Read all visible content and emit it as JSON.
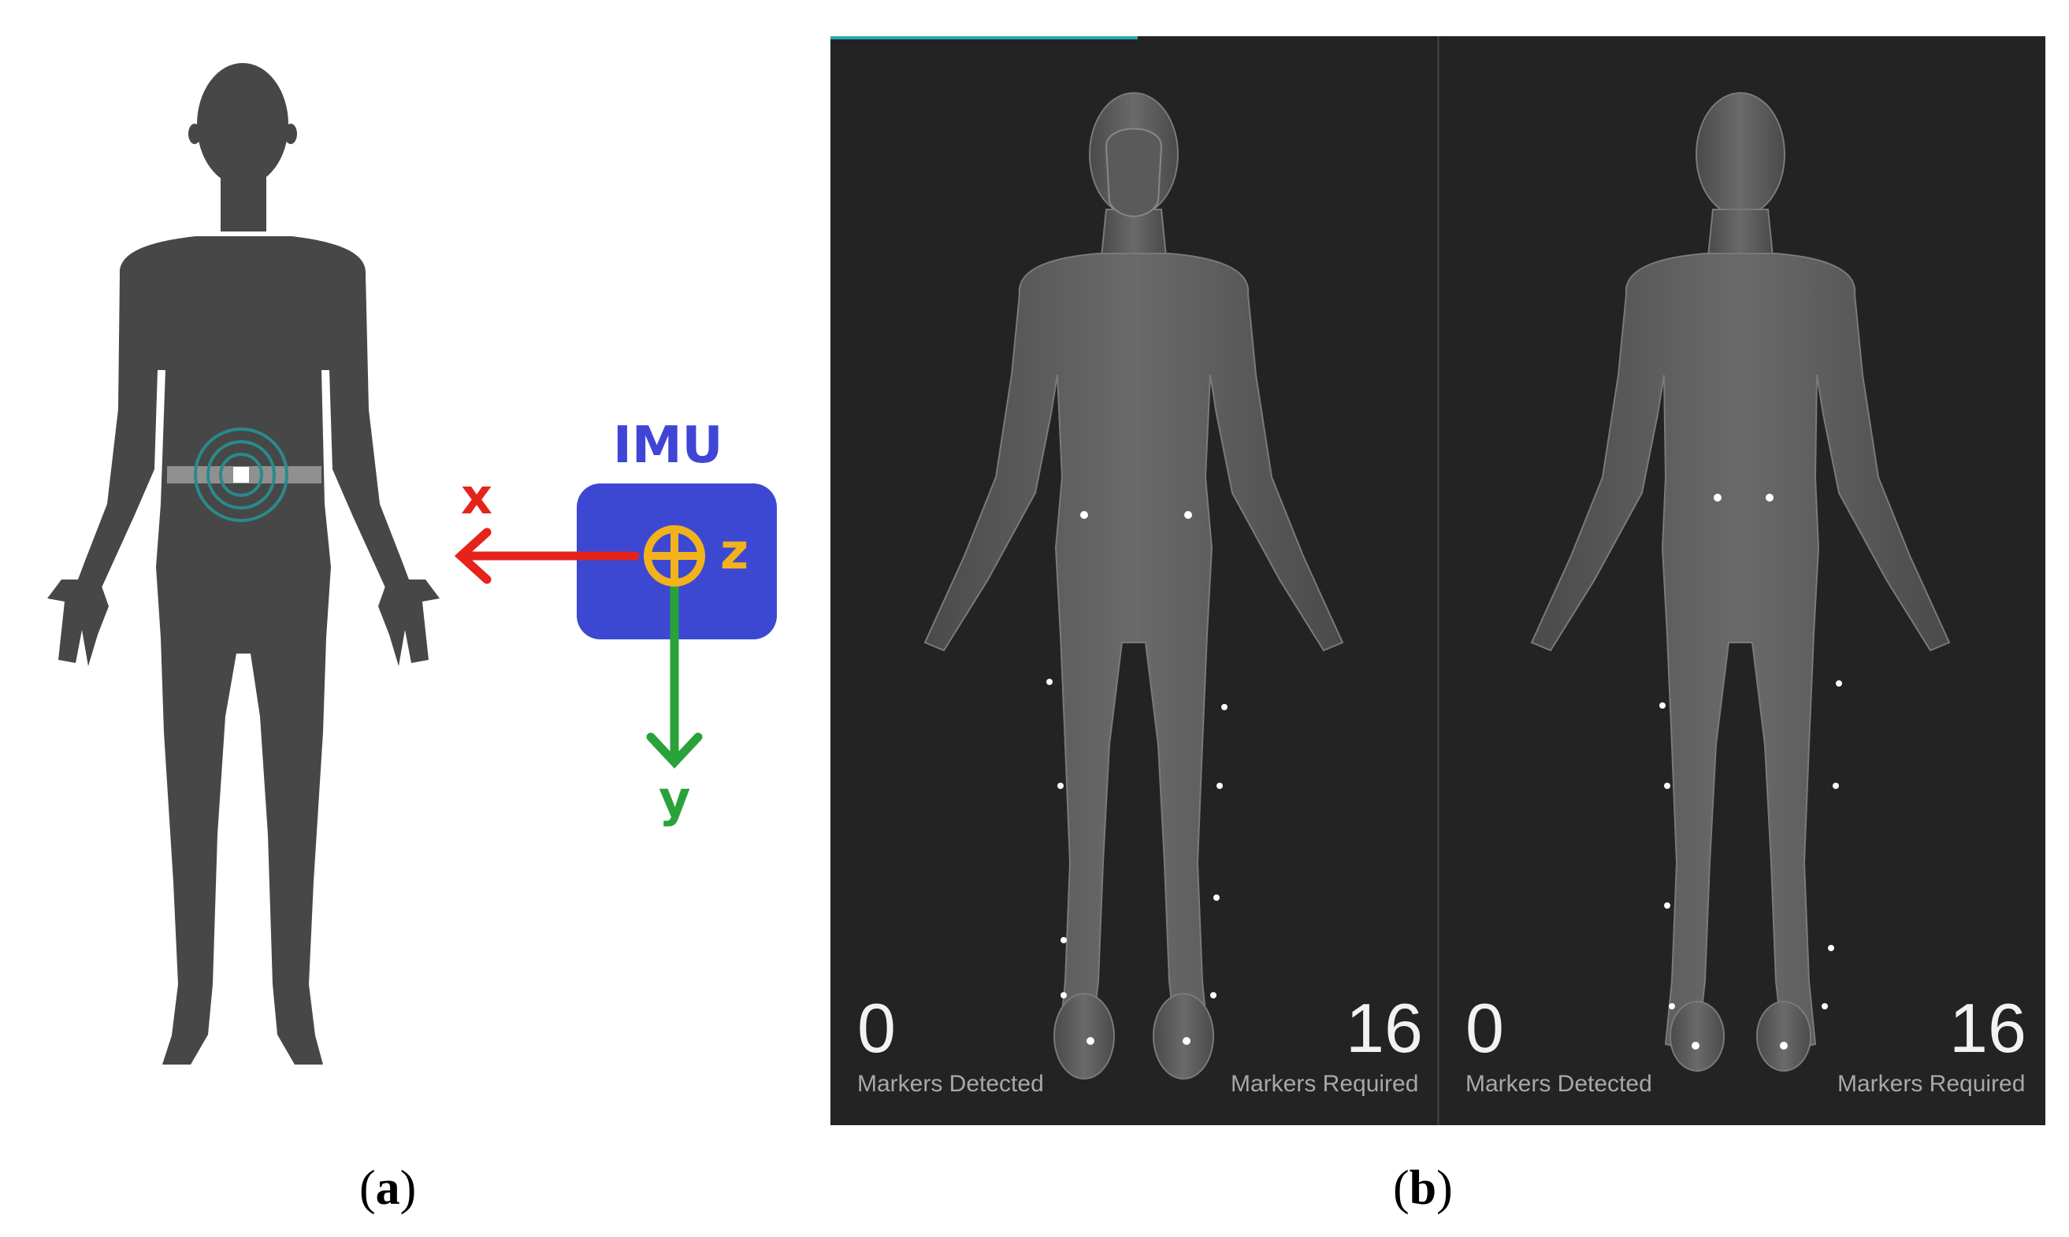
{
  "panel_a": {
    "imu_label": "IMU",
    "axis_x": "x",
    "axis_y": "y",
    "axis_z": "z",
    "caption": "a",
    "colors": {
      "silhouette": "#474747",
      "imu_box": "#3d48d2",
      "axis_x": "#e5231b",
      "axis_y": "#2aa23a",
      "axis_z": "#f2b21b",
      "sensor_rings": "#2a8a8c"
    }
  },
  "panel_b": {
    "caption": "b",
    "front_view": {
      "markers_detected_value": "0",
      "markers_detected_label": "Markers Detected",
      "markers_required_value": "16",
      "markers_required_label": "Markers Required"
    },
    "back_view": {
      "markers_detected_value": "0",
      "markers_detected_label": "Markers Detected",
      "markers_required_value": "16",
      "markers_required_label": "Markers Required"
    },
    "colors": {
      "background": "#232323",
      "mannequin": "#5a5a5a",
      "marker": "#ffffff",
      "accent": "#2aa7b0"
    }
  }
}
